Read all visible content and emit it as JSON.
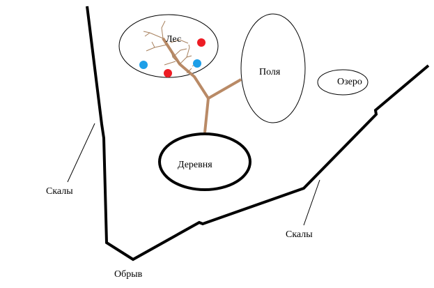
{
  "labels": {
    "forest": "Лес",
    "fields": "Поля",
    "lake": "Озеро",
    "village": "Деревня",
    "cliffs_left": "Скалы",
    "cliffs_right": "Скалы",
    "precipice": "Обрыв"
  },
  "colors": {
    "ink": "#000000",
    "road": "#b98a66",
    "branch": "#a7805d",
    "red_dot": "#ed1c24",
    "blue_dot": "#1e9fe8"
  }
}
